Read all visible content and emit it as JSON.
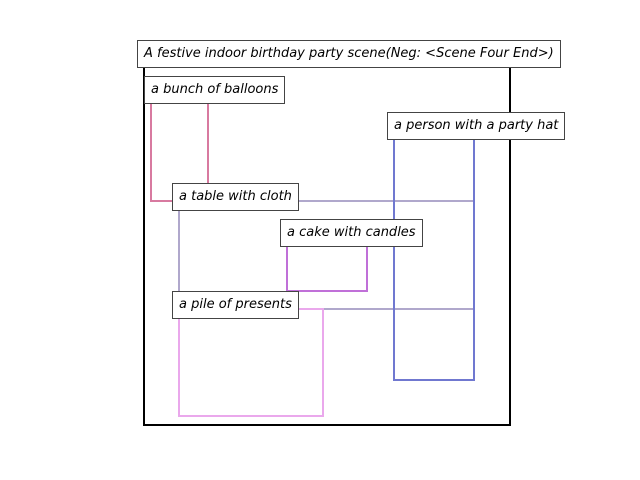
{
  "scene": {
    "caption": "A festive indoor birthday party scene(Neg: <Scene Four End>)",
    "frame_color": "#000000"
  },
  "regions": [
    {
      "id": "balloons",
      "label": "a bunch of balloons",
      "color": "#d87aa0"
    },
    {
      "id": "person",
      "label": "a person with a party hat",
      "color": "#7078d0"
    },
    {
      "id": "table",
      "label": "a table with cloth",
      "color": "#b0a8cc"
    },
    {
      "id": "cake",
      "label": "a cake with candles",
      "color": "#c070d8"
    },
    {
      "id": "presents",
      "label": "a pile of presents",
      "color": "#eaa8ec"
    }
  ]
}
